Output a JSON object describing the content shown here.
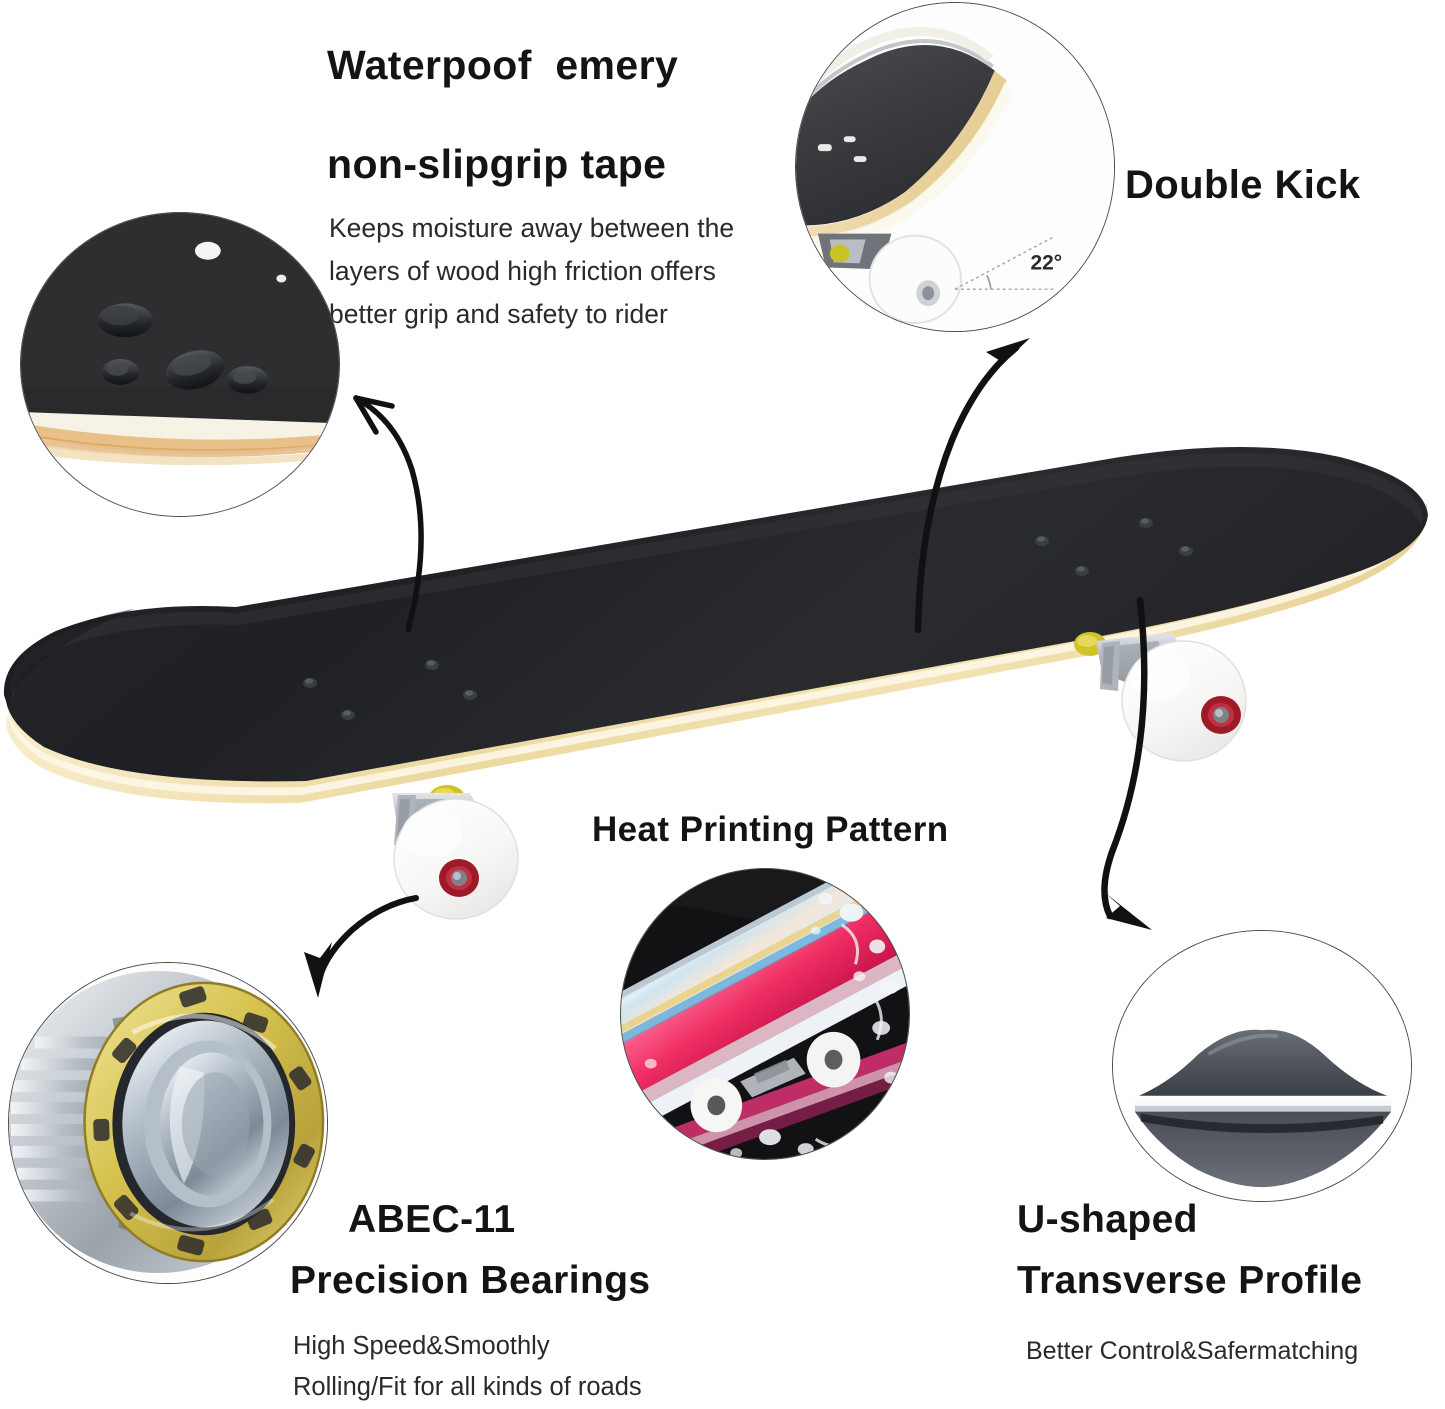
{
  "infographic": {
    "product": "skateboard",
    "background_color": "#ffffff",
    "text_color": "#141414"
  },
  "features": {
    "grip_tape": {
      "title_line1": "Waterpoof  emery",
      "title_line2": "non-slipgrip tape",
      "body_line1": "Keeps moisture away between the",
      "body_line2": "layers of wood high friction offers",
      "body_line3": "better grip and safety to rider",
      "inset_name": "grip-tape-closeup"
    },
    "double_kick": {
      "title": "Double Kick",
      "angle_label": "22°",
      "inset_name": "double-kick-closeup"
    },
    "heat_printing": {
      "title": "Heat Printing Pattern",
      "inset_name": "heat-printing-closeup"
    },
    "bearings": {
      "title_line1": "ABEC-11",
      "title_line2": "Precision Bearings",
      "body_line1": "High Speed&Smoothly",
      "body_line2": "Rolling/Fit for all kinds of roads",
      "inset_name": "bearing-closeup"
    },
    "u_shape": {
      "title_line1": "U-shaped",
      "title_line2": "Transverse Profile",
      "body_line1": "Better Control&Safermatching",
      "inset_name": "u-shape-profile-closeup"
    }
  },
  "colors": {
    "deck_top": "#2b2b2b",
    "deck_grip": "#1e1e1e",
    "wood_ply": "#e8d49a",
    "wood_ply_light": "#f5e9c4",
    "wheel": "#fbfbfb",
    "bearing_seal": "#9e1a29",
    "bushing": "#cfc22a",
    "truck_metal": "#b9bec4",
    "heat_pink": "#ef2d63",
    "arrow": "#111111",
    "circle_border": "#4a4a4a"
  }
}
